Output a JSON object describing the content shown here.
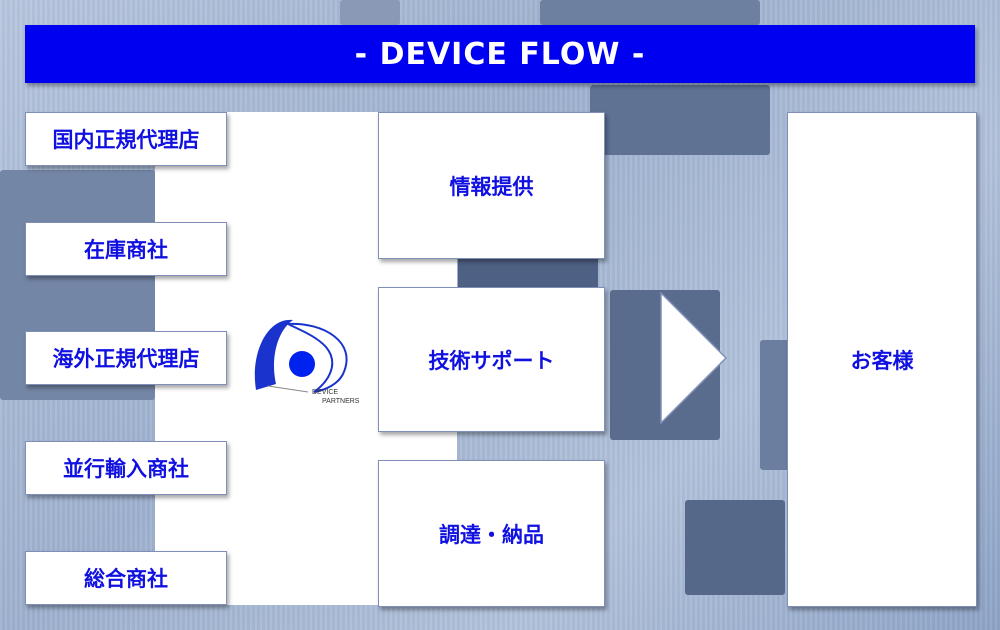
{
  "title": "- DEVICE FLOW -",
  "sources": [
    {
      "label": "国内正規代理店"
    },
    {
      "label": "在庫商社"
    },
    {
      "label": "海外正規代理店"
    },
    {
      "label": "並行輸入商社"
    },
    {
      "label": "総合商社"
    }
  ],
  "logo": {
    "line1": "DEVICE",
    "line2": "PARTNERS"
  },
  "services": [
    {
      "label": "情報提供"
    },
    {
      "label": "技術サポート"
    },
    {
      "label": "調達・納品"
    }
  ],
  "customer": {
    "label": "お客様"
  },
  "colors": {
    "accent": "#0000f0",
    "text": "#1010e0",
    "box_bg": "#ffffff"
  },
  "icons": [
    "arrow-right-icon",
    "device-partners-logo"
  ]
}
